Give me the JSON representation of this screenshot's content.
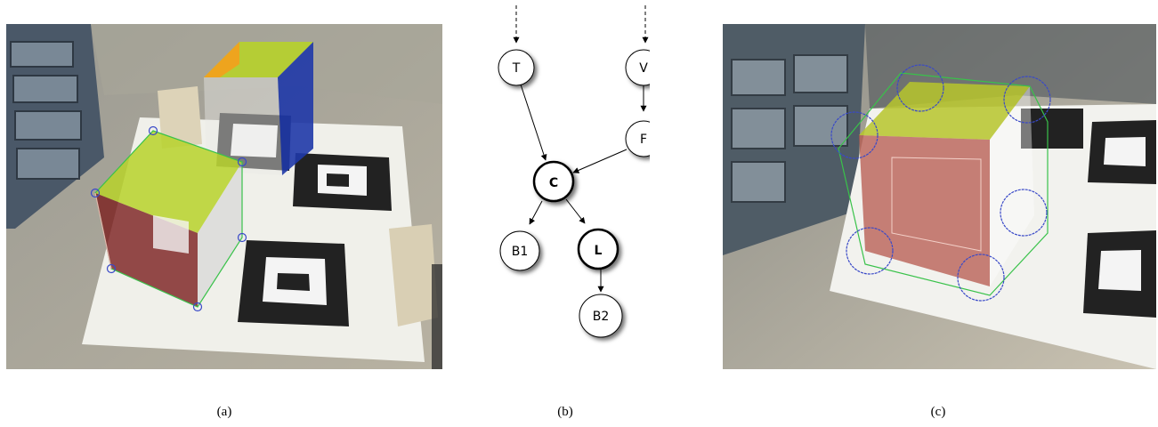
{
  "captions": {
    "a": "(a)",
    "b": "(b)",
    "c": "(c)"
  },
  "graph": {
    "nodes": {
      "T": "T",
      "V": "V",
      "F": "F",
      "C": "C",
      "B1": "B1",
      "L": "L",
      "B2": "B2"
    }
  },
  "colors": {
    "face_yellow_green": "#b7d22a",
    "face_orange": "#f4a01c",
    "face_blue": "#1f38a8",
    "face_red": "#9a3a32",
    "outline_green": "#39c24a",
    "handle_blue": "#3949c8",
    "paper": "#f0f0ea",
    "marker": "#222222",
    "table": "#b9b3a2"
  }
}
